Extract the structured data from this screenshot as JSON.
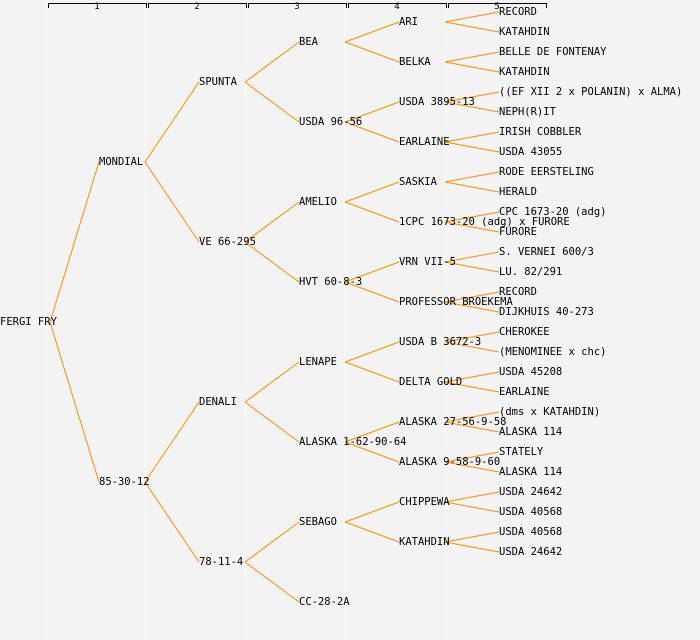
{
  "generations": [
    "1",
    "2",
    "3",
    "4",
    "5"
  ],
  "line_color": "#ff8c00",
  "tree": {
    "name": "FERGI FRY",
    "children": [
      {
        "name": "MONDIAL",
        "children": [
          {
            "name": "SPUNTA",
            "children": [
              {
                "name": "BEA",
                "children": [
                  {
                    "name": "ARI",
                    "children": [
                      {
                        "name": "RECORD"
                      },
                      {
                        "name": "KATAHDIN"
                      }
                    ]
                  },
                  {
                    "name": "BELKA",
                    "children": [
                      {
                        "name": "BELLE DE FONTENAY"
                      },
                      {
                        "name": "KATAHDIN"
                      }
                    ]
                  }
                ]
              },
              {
                "name": "USDA 96-56",
                "children": [
                  {
                    "name": "USDA 3895-13",
                    "children": [
                      {
                        "name": "((EF XII 2 x POLANIN) x ALMA)"
                      },
                      {
                        "name": "NEPH(R)IT"
                      }
                    ]
                  },
                  {
                    "name": "EARLAINE",
                    "children": [
                      {
                        "name": "IRISH COBBLER"
                      },
                      {
                        "name": "USDA 43055"
                      }
                    ]
                  }
                ]
              }
            ]
          },
          {
            "name": "VE 66-295",
            "children": [
              {
                "name": "AMELIO",
                "children": [
                  {
                    "name": "SASKIA",
                    "children": [
                      {
                        "name": "RODE EERSTELING"
                      },
                      {
                        "name": "HERALD"
                      }
                    ]
                  },
                  {
                    "name": "1CPC 1673-20 (adg) x FURORE",
                    "children": [
                      {
                        "name": "CPC 1673-20 (adg)"
                      },
                      {
                        "name": "FURORE"
                      }
                    ]
                  }
                ]
              },
              {
                "name": "HVT 60-8-3",
                "children": [
                  {
                    "name": "VRN VII-5",
                    "children": [
                      {
                        "name": "S. VERNEI 600/3"
                      },
                      {
                        "name": "LU. 82/291"
                      }
                    ]
                  },
                  {
                    "name": "PROFESSOR BROEKEMA",
                    "children": [
                      {
                        "name": "RECORD"
                      },
                      {
                        "name": "DIJKHUIS 40-273"
                      }
                    ]
                  }
                ]
              }
            ]
          }
        ]
      },
      {
        "name": "85-30-12",
        "children": [
          {
            "name": "DENALI",
            "children": [
              {
                "name": "LENAPE",
                "children": [
                  {
                    "name": "USDA B 3672-3",
                    "children": [
                      {
                        "name": "CHEROKEE"
                      },
                      {
                        "name": "(MENOMINEE x chc)"
                      }
                    ]
                  },
                  {
                    "name": "DELTA GOLD",
                    "children": [
                      {
                        "name": "USDA 45208"
                      },
                      {
                        "name": "EARLAINE"
                      }
                    ]
                  }
                ]
              },
              {
                "name": "ALASKA 1-62-90-64",
                "children": [
                  {
                    "name": "ALASKA 27-56-9-58",
                    "children": [
                      {
                        "name": "(dms x KATAHDIN)"
                      },
                      {
                        "name": "ALASKA 114"
                      }
                    ]
                  },
                  {
                    "name": "ALASKA 9-58-9-60",
                    "children": [
                      {
                        "name": "STATELY"
                      },
                      {
                        "name": "ALASKA 114"
                      }
                    ]
                  }
                ]
              }
            ]
          },
          {
            "name": "78-11-4",
            "children": [
              {
                "name": "SEBAGO",
                "children": [
                  {
                    "name": "CHIPPEWA",
                    "children": [
                      {
                        "name": "USDA 24642"
                      },
                      {
                        "name": "USDA 40568"
                      }
                    ]
                  },
                  {
                    "name": "KATAHDIN",
                    "children": [
                      {
                        "name": "USDA 40568"
                      },
                      {
                        "name": "USDA 24642"
                      }
                    ]
                  }
                ]
              },
              {
                "name": "CC-28-2A"
              }
            ]
          }
        ]
      }
    ]
  }
}
